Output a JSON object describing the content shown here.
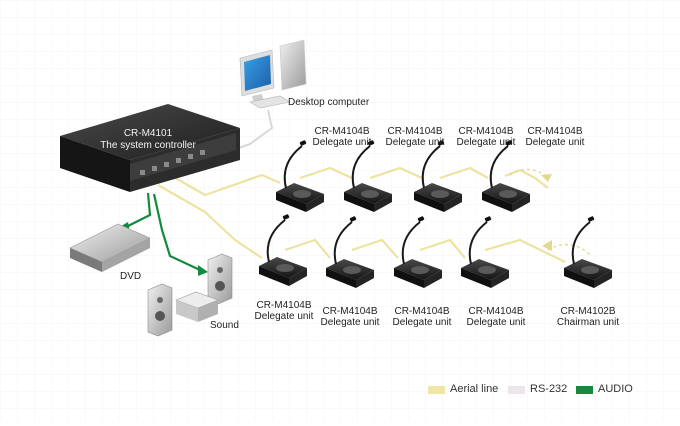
{
  "controller": {
    "model": "CR-M4101",
    "name": "The system controller"
  },
  "computer": {
    "label": "Desktop computer"
  },
  "dvd": {
    "label": "DVD"
  },
  "sound": {
    "label": "Sound"
  },
  "top_units": [
    {
      "model": "CR-M4104B",
      "name": "Delegate unit"
    },
    {
      "model": "CR-M4104B",
      "name": "Delegate unit"
    },
    {
      "model": "CR-M4104B",
      "name": "Delegate unit"
    },
    {
      "model": "CR-M4104B",
      "name": "Delegate unit"
    }
  ],
  "bottom_units": [
    {
      "model": "CR-M4104B",
      "name": "Delegate unit"
    },
    {
      "model": "CR-M4104B",
      "name": "Delegate unit"
    },
    {
      "model": "CR-M4104B",
      "name": "Delegate unit"
    },
    {
      "model": "CR-M4104B",
      "name": "Delegate unit"
    },
    {
      "model": "CR-M4102B",
      "name": "Chairman unit"
    }
  ],
  "legend": [
    {
      "label": "Aerial line",
      "color": "#efe6a6"
    },
    {
      "label": "RS-232",
      "color": "#ece6ea"
    },
    {
      "label": "AUDIO",
      "color": "#138a3e"
    }
  ]
}
